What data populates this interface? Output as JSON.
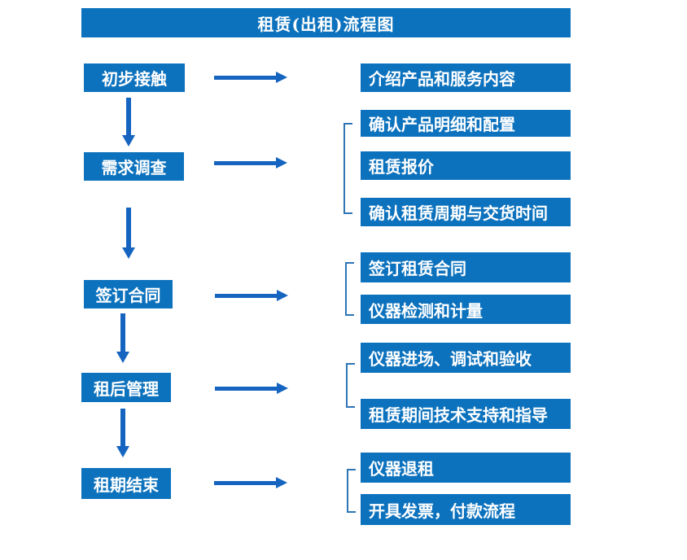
{
  "title": "租赁(出租)流程图",
  "colors": {
    "box_blue": "#0d72bd",
    "arrow_blue": "#1565c0",
    "bracket_blue": "#2e75b6",
    "text_white": "#ffffff",
    "background": "#ffffff"
  },
  "flow": [
    {
      "step": "初步接触",
      "details": [
        "介绍产品和服务内容"
      ]
    },
    {
      "step": "需求调查",
      "details": [
        "确认产品明细和配置",
        "租赁报价",
        "确认租赁周期与交货时间"
      ]
    },
    {
      "step": "签订合同",
      "details": [
        "签订租赁合同",
        "仪器检测和计量"
      ]
    },
    {
      "step": "租后管理",
      "details": [
        "仪器进场、调试和验收",
        "租赁期间技术支持和指导"
      ]
    },
    {
      "step": "租期结束",
      "details": [
        "仪器退租",
        "开具发票，付款流程"
      ]
    }
  ]
}
